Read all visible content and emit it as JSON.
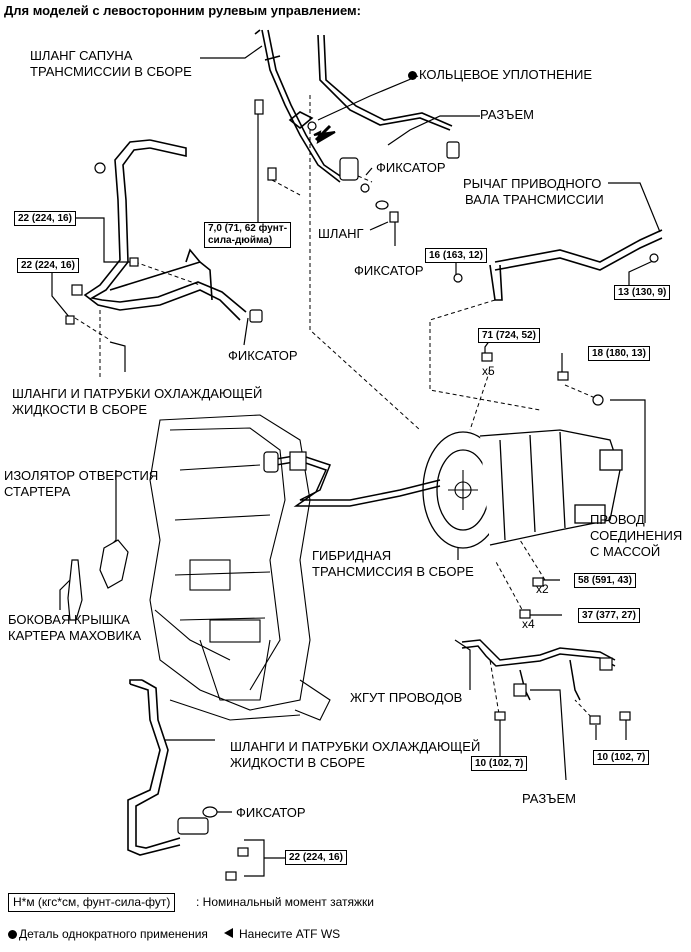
{
  "title": "Для моделей с левосторонним рулевым управлением:",
  "labels": {
    "breather_hose_line1": "ШЛАНГ САПУНА",
    "breather_hose_line2": "ТРАНСМИССИИ В СБОРЕ",
    "o_ring": "КОЛЬЦЕВОЕ УПЛОТНЕНИЕ",
    "connector_top": "РАЗЪЕМ",
    "clip_1": "ФИКСАТОР",
    "hose": "ШЛАНГ",
    "clip_2": "ФИКСАТОР",
    "shift_lever_line1": "РЫЧАГ ПРИВОДНОГО",
    "shift_lever_line2": "ВАЛА ТРАНСМИССИИ",
    "clip_3": "ФИКСАТОР",
    "cooler_hoses_upper_line1": "ШЛАНГИ И ПАТРУБКИ ОХЛАЖДАЮЩЕЙ",
    "cooler_hoses_upper_line2": "ЖИДКОСТИ В СБОРЕ",
    "starter_insulator_line1": "ИЗОЛЯТОР ОТВЕРСТИЯ",
    "starter_insulator_line2": "СТАРТЕРА",
    "flywheel_cover_line1": "БОКОВАЯ КРЫШКА",
    "flywheel_cover_line2": "КАРТЕРА МАХОВИКА",
    "hybrid_trans_line1": "ГИБРИДНАЯ",
    "hybrid_trans_line2": "ТРАНСМИССИЯ В СБОРЕ",
    "ground_wire_line1": "ПРОВОД",
    "ground_wire_line2": "СОЕДИНЕНИЯ",
    "ground_wire_line3": "С МАССОЙ",
    "wire_harness": "ЖГУТ ПРОВОДОВ",
    "connector_bottom": "РАЗЪЕМ",
    "cooler_hoses_lower_line1": "ШЛАНГИ И ПАТРУБКИ ОХЛАЖДАЮЩЕЙ",
    "cooler_hoses_lower_line2": "ЖИДКОСТИ В СБОРЕ",
    "clip_4": "ФИКСАТОР"
  },
  "torques": {
    "t_22a": "22 (224, 16)",
    "t_22b": "22 (224, 16)",
    "t_7_line1": "7,0 (71, 62 фунт-",
    "t_7_line2": "сила-дюйма)",
    "t_16": "16 (163, 12)",
    "t_13": "13 (130, 9)",
    "t_71": "71 (724, 52)",
    "t_18": "18 (180, 13)",
    "t_58": "58 (591, 43)",
    "t_37": "37 (377, 27)",
    "t_10a": "10 (102, 7)",
    "t_10b": "10 (102, 7)",
    "t_22c": "22 (224, 16)"
  },
  "multipliers": {
    "x5": "x5",
    "x2": "x2",
    "x4": "x4"
  },
  "legend": {
    "torque_unit": "Н*м (кгс*см, фунт-сила-фут)",
    "torque_desc": ": Номинальный момент затяжки",
    "non_reusable": "Деталь однократного применения",
    "apply_atf": "Нанесите ATF WS"
  }
}
